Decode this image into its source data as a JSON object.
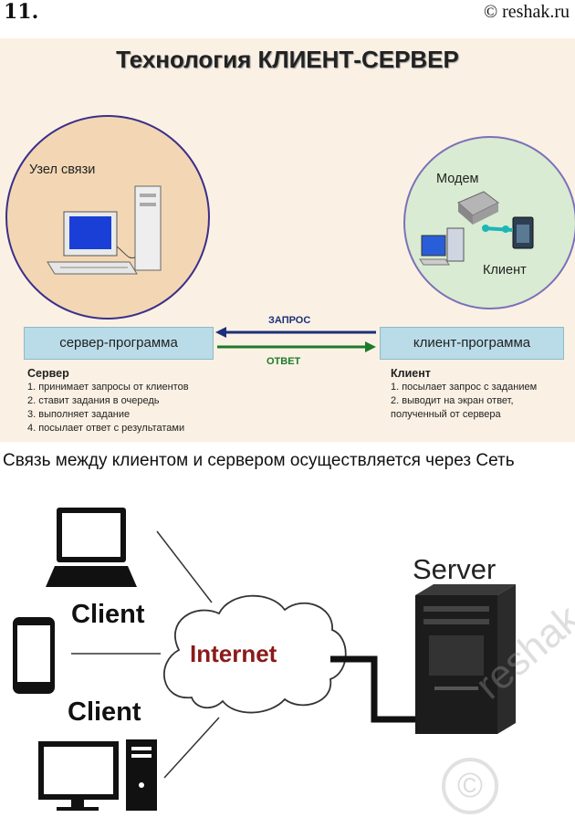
{
  "header": {
    "number": "11.",
    "copyright": "© reshak.ru"
  },
  "slide": {
    "title": "Технология КЛИЕНТ-СЕРВЕР",
    "left_circle_label": "Узел связи",
    "modem_label": "Модем",
    "client_label": "Клиент",
    "request_label": "ЗАПРОС",
    "response_label": "ОТВЕТ",
    "server_program": "сервер-программа",
    "client_program": "клиент-программа",
    "server": {
      "heading": "Сервер",
      "items": [
        "1. принимает запросы от клиентов",
        "2. ставит задания в очередь",
        "3. выполняет задание",
        "4. посылает ответ с результатами"
      ]
    },
    "client": {
      "heading": "Клиент",
      "items": [
        "1. посылает запрос с заданием",
        "2. выводит на экран ответ,",
        "полученный от сервера"
      ]
    },
    "colors": {
      "request_arrow": "#1d2f7a",
      "response_arrow": "#1d7a2b",
      "circle_border": "#3b2f8a"
    }
  },
  "caption": "Связь между клиентом и сервером осуществляется через Сеть",
  "network": {
    "client_label_1": "Client",
    "client_label_2": "Client",
    "internet_label": "Internet",
    "server_label": "Server"
  },
  "watermark": {
    "text": "reshak.ru",
    "symbol": "©"
  }
}
